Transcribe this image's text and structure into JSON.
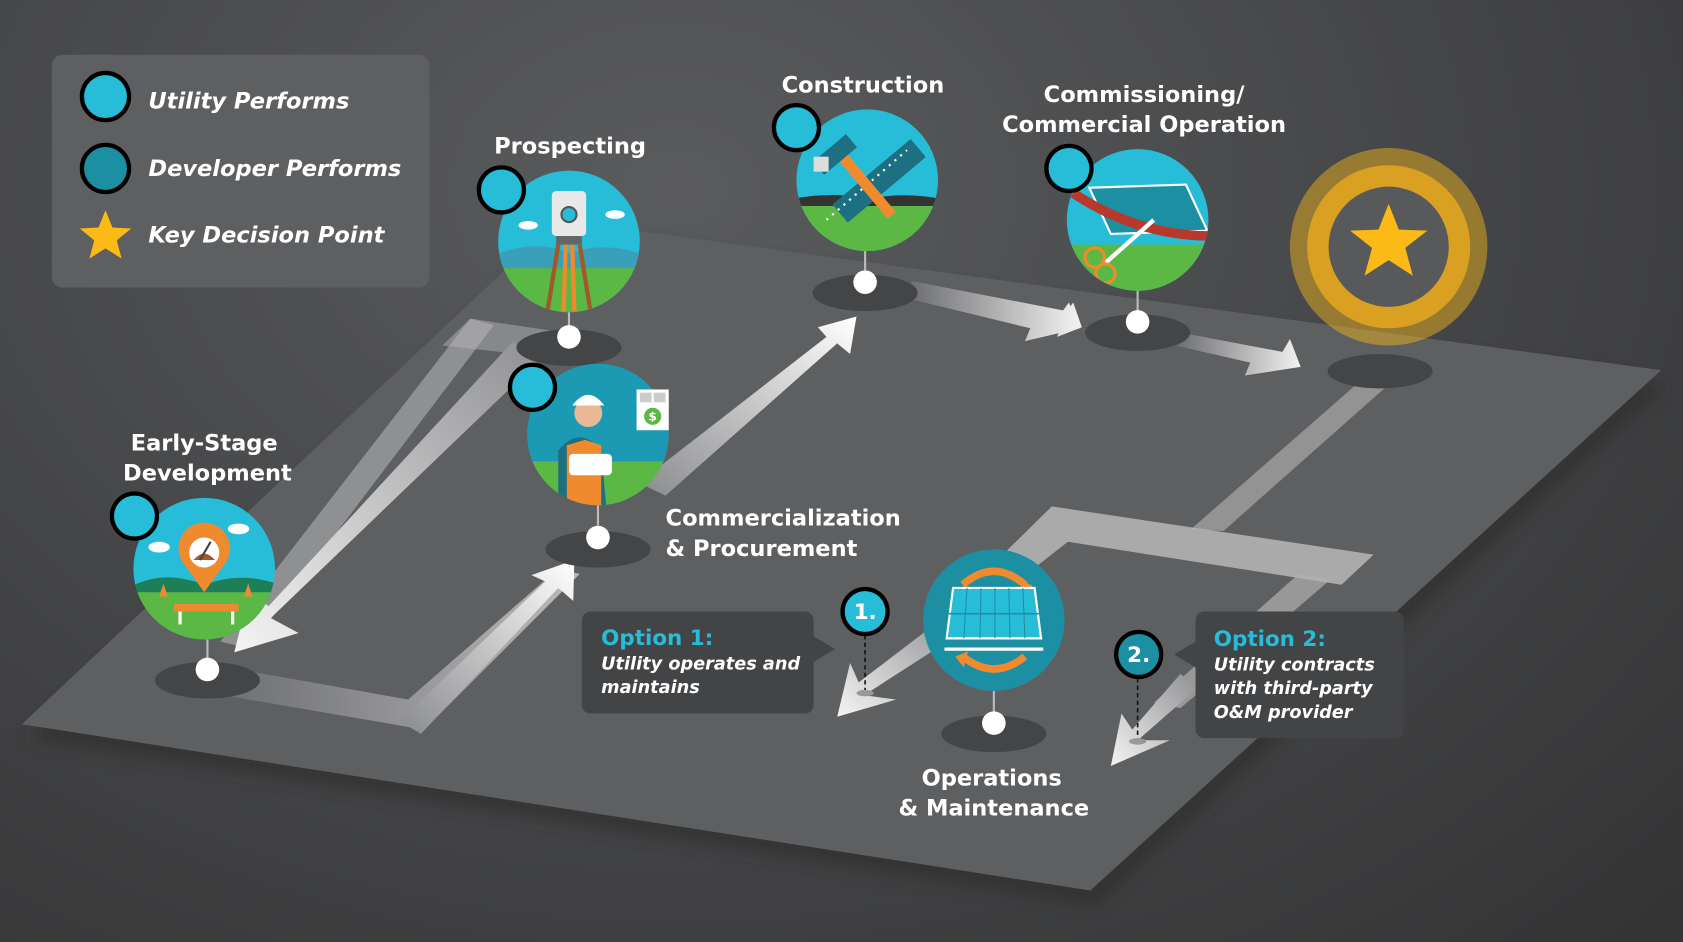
{
  "legend": {
    "items": [
      {
        "label": "Utility Performs",
        "icon": "utility-circle-icon",
        "color": "#27bdd8"
      },
      {
        "label": "Developer Performs",
        "icon": "developer-circle-icon",
        "color": "#1d8fa3"
      },
      {
        "label": "Key Decision Point",
        "icon": "star-icon",
        "color": "#fbba16"
      }
    ]
  },
  "stages": [
    {
      "id": "early-stage",
      "title_lines": [
        "Early-Stage",
        "Development"
      ],
      "performer": "utility",
      "icon": "construction-site-pin-icon"
    },
    {
      "id": "prospecting",
      "title_lines": [
        "Prospecting"
      ],
      "performer": "utility",
      "icon": "surveyor-theodolite-icon"
    },
    {
      "id": "commercialization",
      "title_lines": [
        "Commercialization",
        "& Procurement"
      ],
      "performer": "utility",
      "icon": "worker-contract-icon"
    },
    {
      "id": "construction",
      "title_lines": [
        "Construction"
      ],
      "performer": "utility",
      "icon": "hammer-ruler-icon"
    },
    {
      "id": "commissioning",
      "title_lines": [
        "Commissioning/",
        "Commercial Operation"
      ],
      "performer": "utility",
      "icon": "ribbon-cutting-solar-icon"
    },
    {
      "id": "key-decision",
      "title_lines": [],
      "performer": "decision",
      "icon": "star-icon"
    },
    {
      "id": "operations",
      "title_lines": [
        "Operations",
        "& Maintenance"
      ],
      "performer": "developer",
      "icon": "solar-panel-cycle-icon"
    }
  ],
  "options": [
    {
      "number": "1.",
      "title": "Option 1:",
      "lines": [
        "Utility operates and",
        "maintains"
      ],
      "performer": "utility"
    },
    {
      "number": "2.",
      "title": "Option 2:",
      "lines": [
        "Utility contracts",
        "with third-party",
        "O&M provider"
      ],
      "performer": "developer"
    }
  ],
  "colors": {
    "utility": "#27bdd8",
    "developer": "#1d8fa3",
    "decision": "#fbba16",
    "platform": "#5e5f61",
    "background": "#4a4b4d"
  }
}
